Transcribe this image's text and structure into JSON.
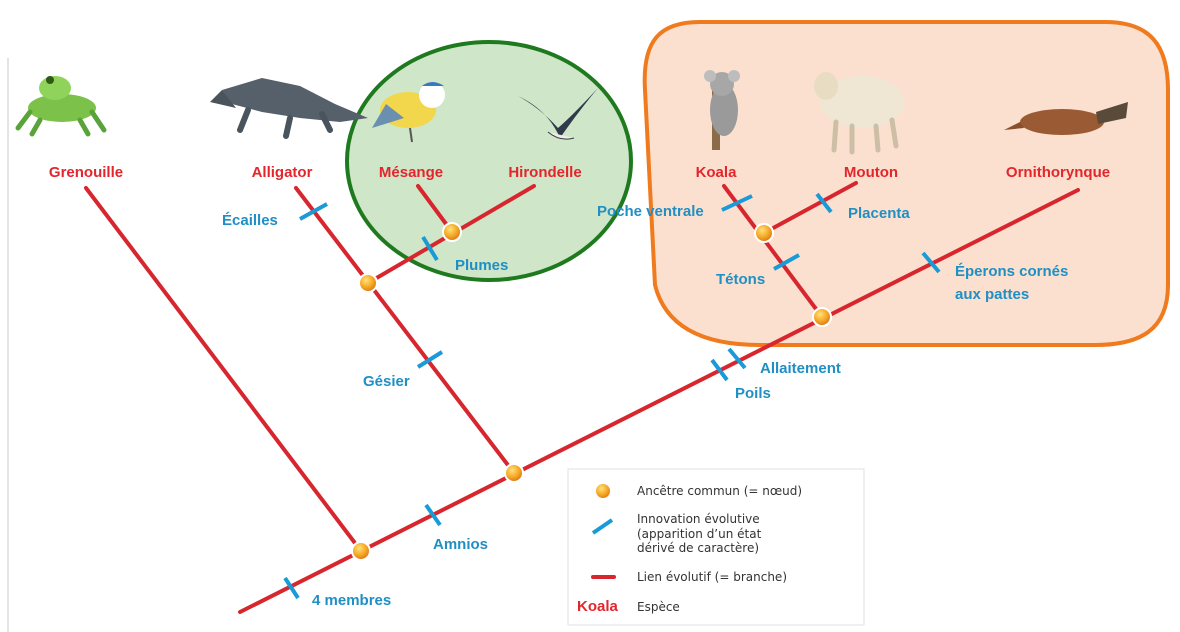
{
  "species": {
    "grenouille": "Grenouille",
    "alligator": "Alligator",
    "mesange": "Mésange",
    "hirondelle": "Hirondelle",
    "koala": "Koala",
    "mouton": "Mouton",
    "ornithorynque": "Ornithorynque"
  },
  "traits": {
    "membres": "4 membres",
    "amnios": "Amnios",
    "gesier": "Gésier",
    "ecailles": "Écailles",
    "plumes": "Plumes",
    "poils": "Poils",
    "allaitement": "Allaitement",
    "eperons_line1": "Éperons cornés",
    "eperons_line2": "aux pattes",
    "tetons": "Tétons",
    "poche": "Poche ventrale",
    "placenta": "Placenta"
  },
  "legend": {
    "node_label": "Ancêtre commun (= nœud)",
    "innovation_line1": "Innovation évolutive",
    "innovation_line2": "(apparition d’un état",
    "innovation_line3": "dérivé de caractère)",
    "branch_label": "Lien évolutif (= branche)",
    "species_example": "Koala",
    "species_label": "Espèce"
  },
  "colors": {
    "species_text": "#e3262c",
    "trait_text": "#1f8fc4",
    "branch": "#d7262e",
    "innovation_tick": "#1a9ad6",
    "node": "#f2a01f",
    "birds_group_fill": "#cfe6c9",
    "birds_group_stroke": "#1f7a1f",
    "mammals_group_fill": "#fbe0cf",
    "mammals_group_stroke": "#f07a1e"
  }
}
